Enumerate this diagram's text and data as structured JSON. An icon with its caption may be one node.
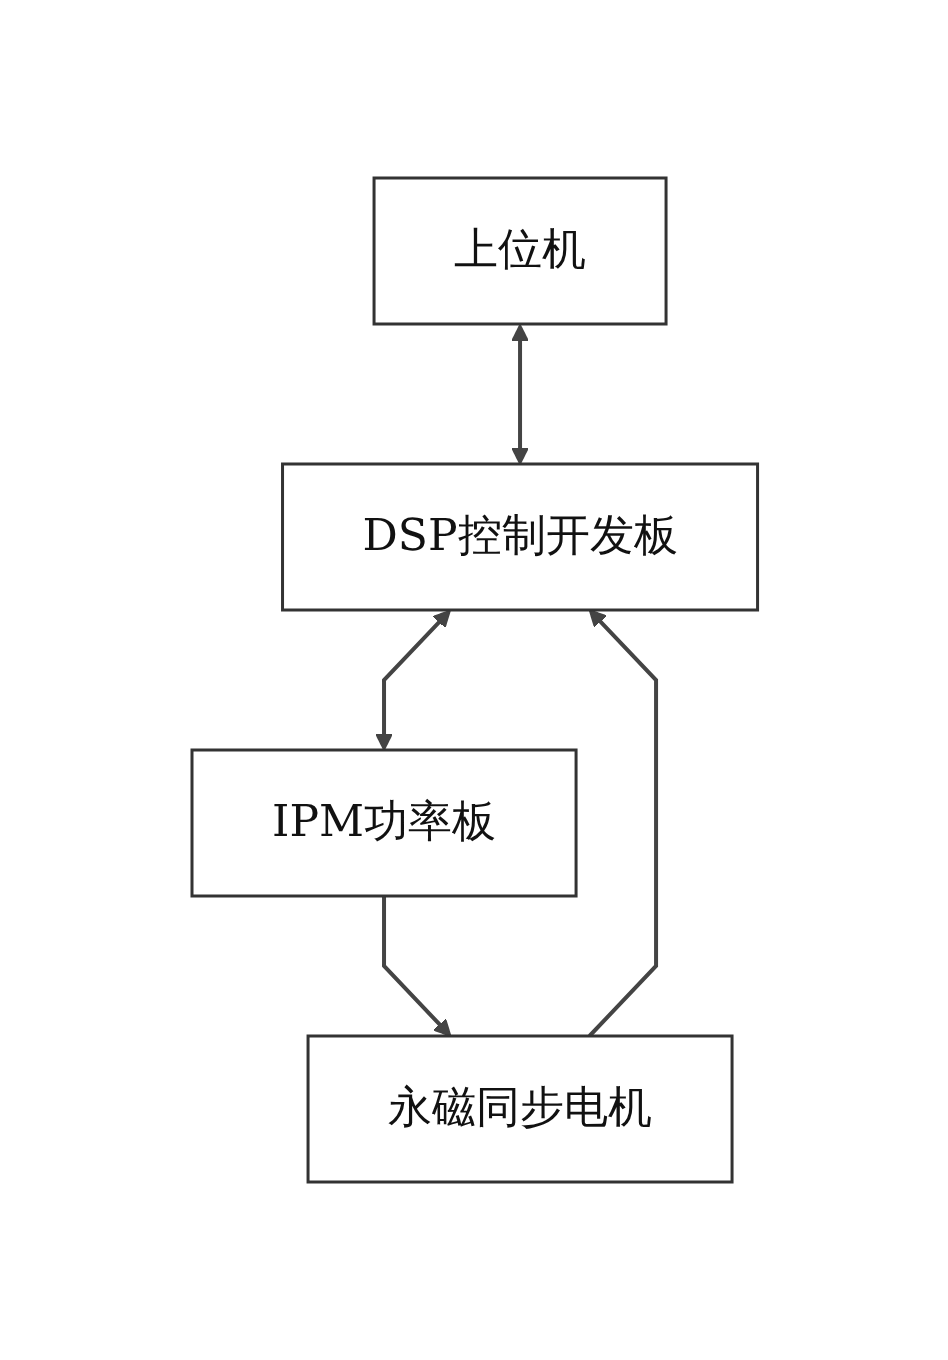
{
  "diagram": {
    "nodes": [
      {
        "text": [
          "上位机"
        ]
      },
      {
        "text": [
          "DSP控制开发板"
        ]
      },
      {
        "text": [
          "IPM功率板"
        ]
      },
      {
        "text": [
          "永磁同步电机"
        ]
      }
    ],
    "edges": [
      {
        "from": 0,
        "to": 1,
        "arrow": "both"
      },
      {
        "from": 1,
        "to": 2,
        "arrow": "both"
      },
      {
        "from": 2,
        "to": 3,
        "arrow": "to"
      },
      {
        "from": 3,
        "to": 1,
        "arrow": "to"
      }
    ]
  }
}
